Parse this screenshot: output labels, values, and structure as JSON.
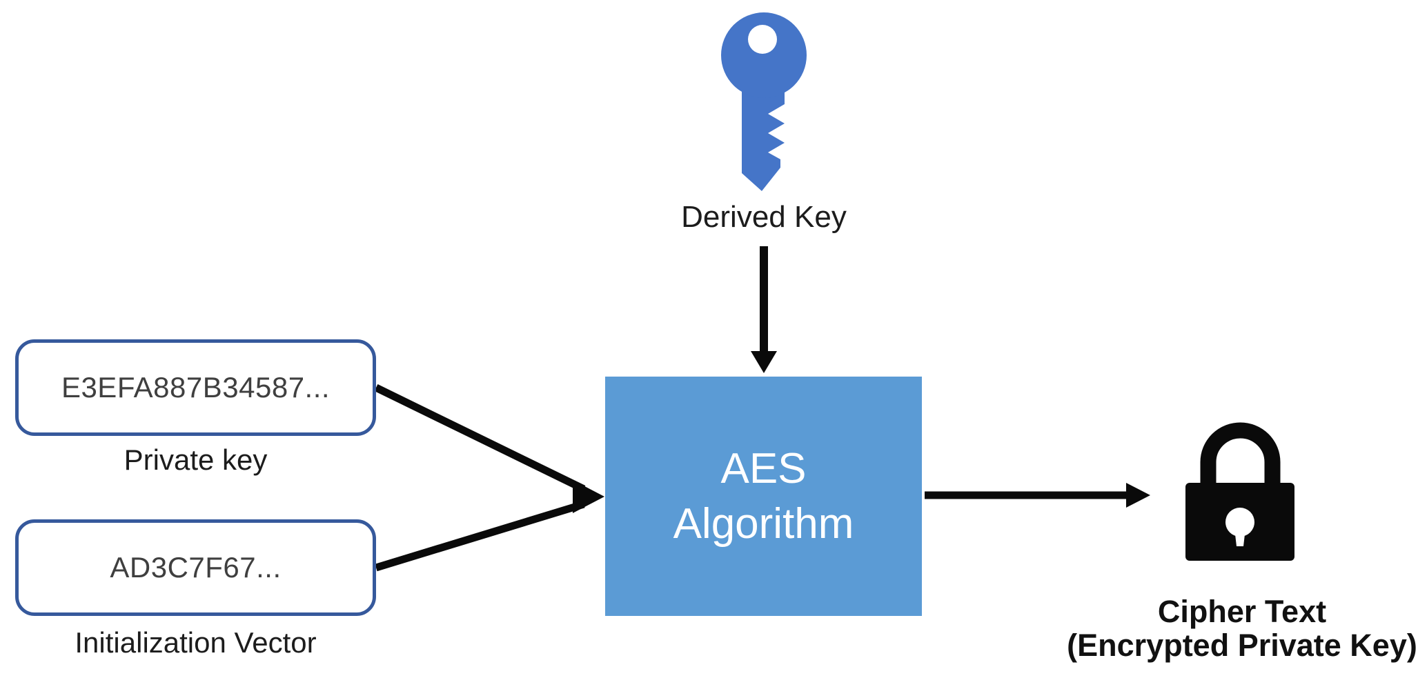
{
  "colors": {
    "key_blue": "#4575C8",
    "aes_fill": "#5B9BD5",
    "aes_text": "#FFFFFF",
    "box_border": "#36599C",
    "box_fill": "#FFFFFF",
    "arrow": "#0A0A0A",
    "lock": "#0A0A0A",
    "hex_text": "#3F3F3F",
    "label_text": "#1C1C1C",
    "caption_text": "#111111"
  },
  "derived_key": {
    "icon": "key-icon",
    "label": "Derived Key"
  },
  "private_key": {
    "value": "E3EFA887B34587...",
    "label": "Private key"
  },
  "initialization_vector": {
    "value": "AD3C7F67...",
    "label": "Initialization Vector"
  },
  "aes": {
    "line1": "AES",
    "line2": "Algorithm"
  },
  "cipher": {
    "icon": "lock-icon",
    "line1": "Cipher Text",
    "line2": "(Encrypted Private Key)"
  }
}
